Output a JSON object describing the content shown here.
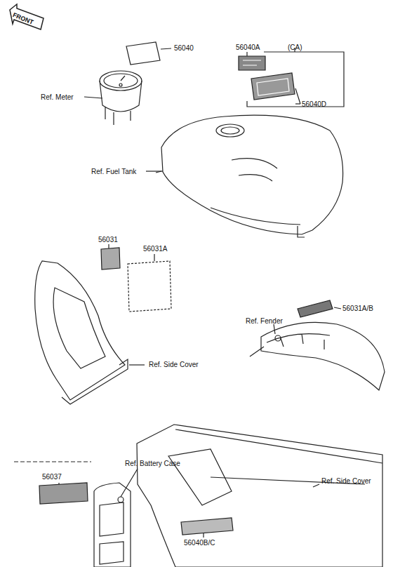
{
  "diagram": {
    "labels": [
      "FRONT",
      "56040",
      "56040A",
      "(CA)",
      "56040D",
      "Ref. Meter",
      "Ref. Fuel Tank",
      "56031",
      "56031A",
      "Ref. Side Cover",
      "Ref. Fender",
      "56031A/B",
      "Ref. Battery Case",
      "56037",
      "Ref. Side Cover",
      "56040B/C"
    ]
  }
}
